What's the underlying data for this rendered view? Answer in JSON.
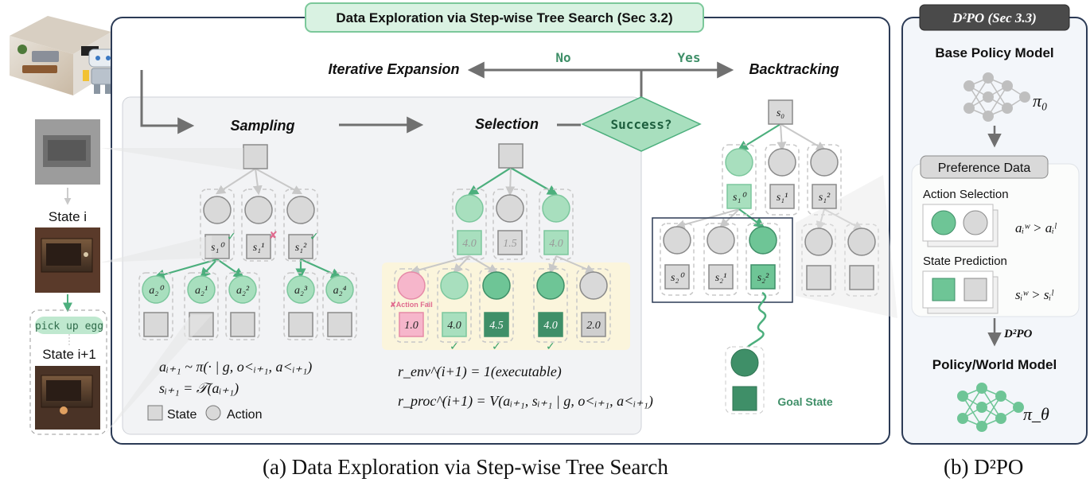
{
  "banner_a": "Data Exploration via Step-wise Tree Search (Sec 3.2)",
  "banner_b": "D²PO (Sec 3.3)",
  "left": {
    "state_i": "State i",
    "instruction": "pick up egg",
    "state_i1": "State i+1"
  },
  "flow": {
    "iterative_expansion": "Iterative Expansion",
    "backtracking": "Backtracking",
    "no": "No",
    "yes": "Yes",
    "sampling": "Sampling",
    "selection": "Selection",
    "success": "Success?"
  },
  "sampling": {
    "states": [
      "s₁⁰",
      "s₁¹",
      "s₁²"
    ],
    "actions": [
      "a₂⁰",
      "a₂¹",
      "a₂²",
      "a₂³",
      "a₂⁴"
    ],
    "formula1": "aᵢ₊₁ ~ π(· | g, o<ᵢ₊₁, a<ᵢ₊₁)",
    "formula2": "sᵢ₊₁ = 𝒯(aᵢ₊₁)"
  },
  "selection": {
    "top_scores": [
      "4.0",
      "1.5",
      "4.0"
    ],
    "bottom_scores": [
      "1.0",
      "4.0",
      "4.5",
      "4.0",
      "2.0"
    ],
    "action_fail": "✘Action Fail",
    "r_env": "r_env^(i+1) = 1(executable)",
    "r_proc": "r_proc^(i+1) = V(aᵢ₊₁, sᵢ₊₁ | g, o<ᵢ₊₁, a<ᵢ₊₁)"
  },
  "backtracking": {
    "root": "s₀",
    "level1": [
      "s₁⁰",
      "s₁¹",
      "s₁²"
    ],
    "level2": [
      "s₂⁰",
      "s₂¹",
      "s₂²"
    ],
    "goal_state": "Goal State"
  },
  "legend": {
    "state": "State",
    "action": "Action"
  },
  "d2po": {
    "base_policy": "Base Policy Model",
    "pi0": "π₀",
    "preference_data": "Preference Data",
    "action_selection": "Action Selection",
    "action_pref": "aᵢʷ > aᵢˡ",
    "state_prediction": "State Prediction",
    "state_pref": "sᵢʷ > sᵢˡ",
    "arrow_label": "D²PO",
    "policy_world": "Policy/World Model",
    "pi_theta": "π_θ"
  },
  "captions": {
    "a": "(a) Data Exploration via Step-wise Tree Search",
    "b": "(b) D²PO"
  },
  "colors": {
    "green_light": "#a8dfbe",
    "green_mid": "#6ec596",
    "green_dark": "#3f8f68",
    "gray_fill": "#d9d9d9",
    "pink": "#f6b6cb",
    "yellow_bg": "#fbf5dc",
    "panel_bg": "#f2f3f5",
    "navy": "#2b3a55"
  }
}
